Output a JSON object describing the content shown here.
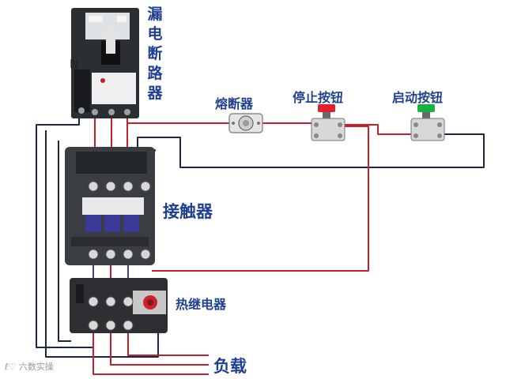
{
  "labels": {
    "breaker": [
      "漏",
      "电",
      "断",
      "路",
      "器"
    ],
    "neutral": "N",
    "fuse": "熔断器",
    "stop": "停止按钮",
    "start": "启动按钮",
    "contactor": "接触器",
    "relay": "热继电器",
    "load": "负载",
    "watermark": "ℓ♡ 六数实操"
  },
  "colors": {
    "label": "#1f3f8f",
    "wire_red": "#c8202a",
    "wire_dark": "#1c2450",
    "wire_blue": "#4b3d9a",
    "stop_button": "#e0202a",
    "start_button": "#18b040"
  },
  "icons": [
    "circuit-breaker-icon",
    "fuse-icon",
    "stop-button-icon",
    "start-button-icon",
    "contactor-icon",
    "thermal-relay-icon"
  ]
}
